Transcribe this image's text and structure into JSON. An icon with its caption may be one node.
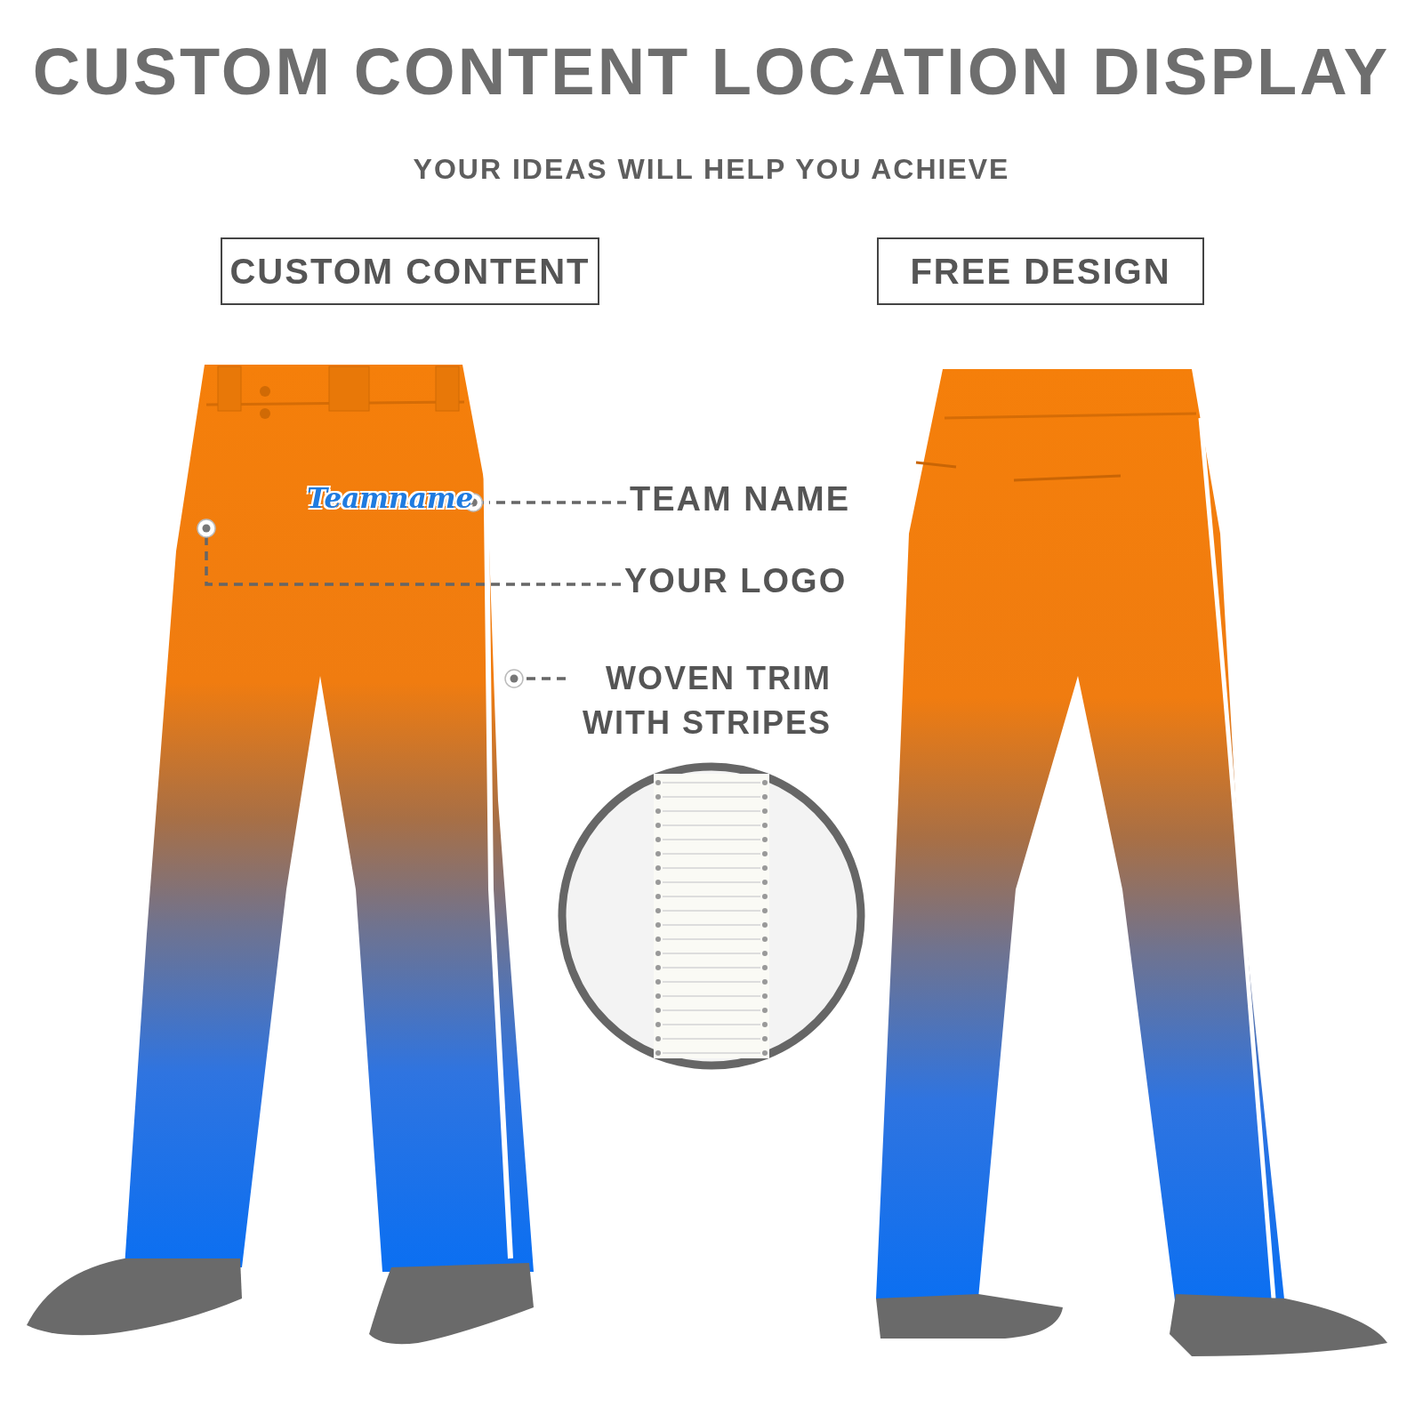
{
  "diagram": {
    "title": "CUSTOM CONTENT LOCATION DISPLAY",
    "nodes": [
      {
        "text": [
          "CUSTOM CONTENT"
        ]
      },
      {
        "text": [
          "FREE DESIGN"
        ]
      },
      {
        "text": [
          "TEAM NAME"
        ]
      },
      {
        "text": [
          "Teamname"
        ]
      },
      {
        "text": [
          "YOUR LOGO"
        ]
      },
      {
        "text": [
          "WOVEN TRIM WITH STRIPES"
        ]
      },
      {
        "text": [],
        "shape": "bar"
      }
    ],
    "edges": [
      {
        "from": 2,
        "to": 3,
        "arrow": "other",
        "style": "dashed"
      },
      {
        "from": 4,
        "to": null,
        "arrow": "other",
        "style": "dashed"
      },
      {
        "from": 5,
        "to": 6,
        "arrow": "other",
        "style": "dashed"
      }
    ],
    "labels": [
      "YOUR IDEAS WILL HELP YOU ACHIEVE"
    ]
  }
}
